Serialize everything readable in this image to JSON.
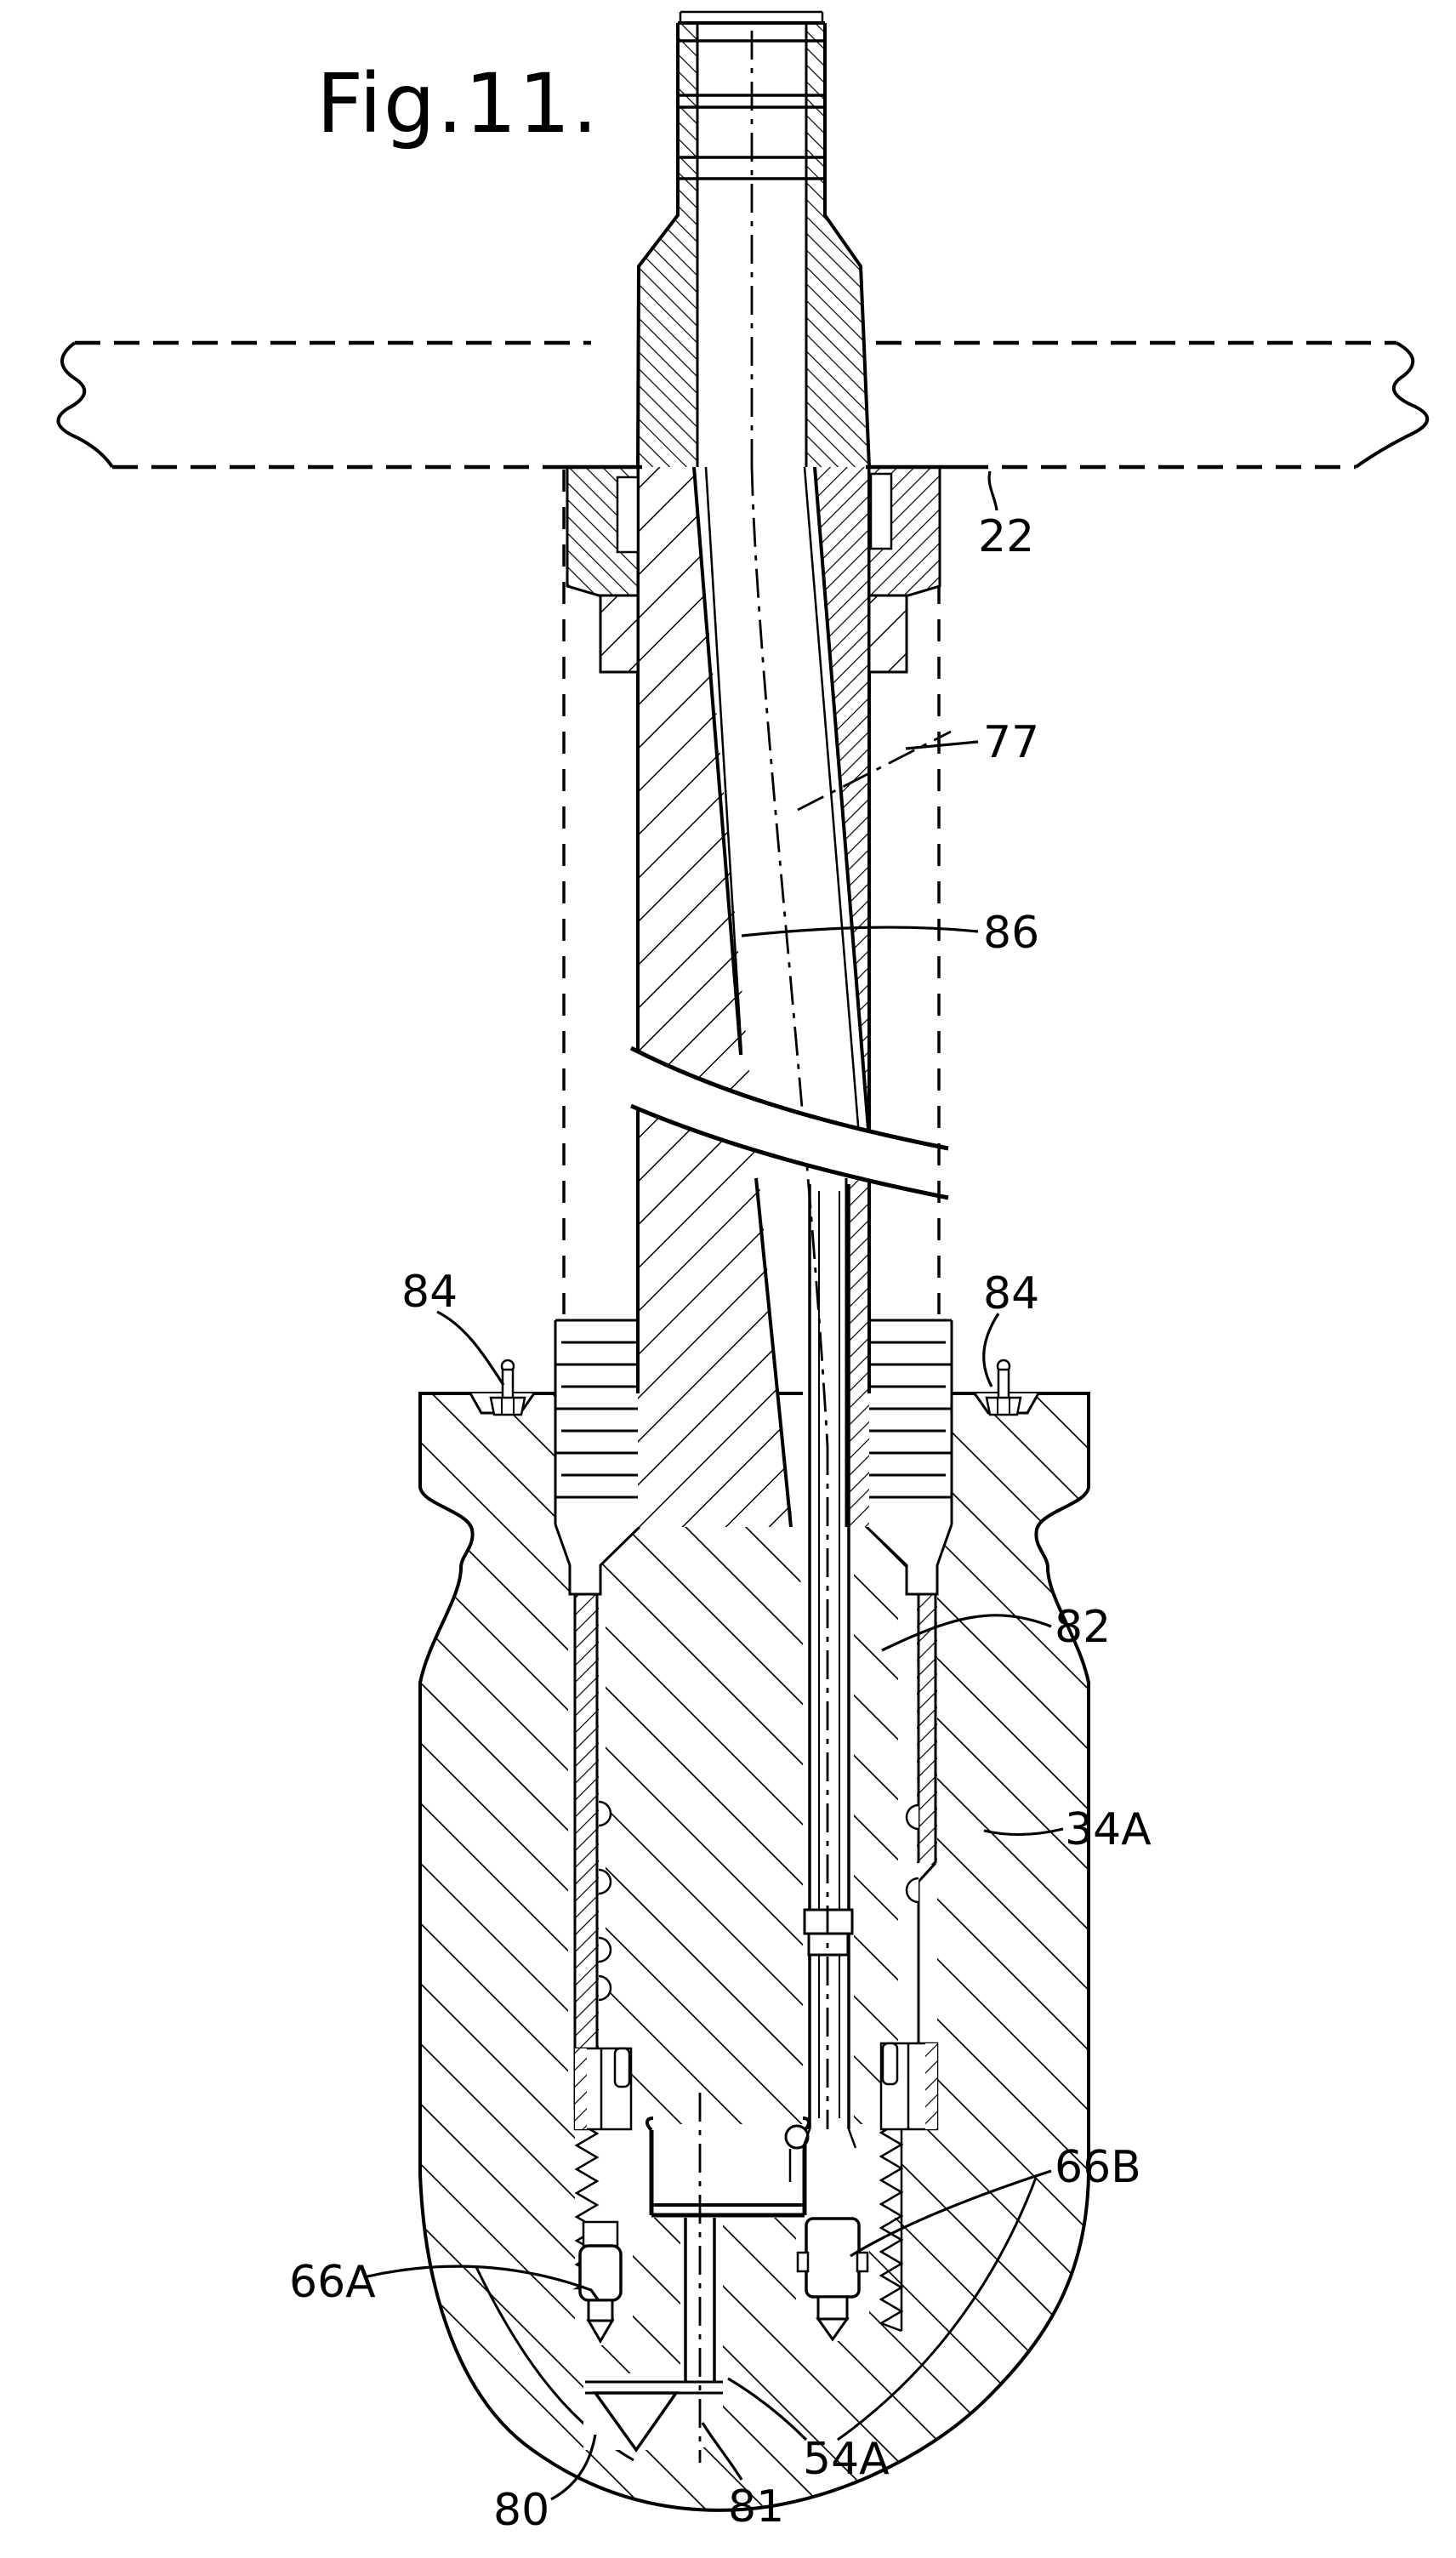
{
  "figure": {
    "caption": "Fig.11.",
    "type": "patent cross-section drawing"
  },
  "labels": {
    "r22": "22",
    "r77": "77",
    "r86": "86",
    "r84l": "84",
    "r84r": "84",
    "r82": "82",
    "r34a": "34A",
    "r66a": "66A",
    "r66b": "66B",
    "r80": "80",
    "r81": "81",
    "r54a": "54A"
  },
  "colors": {
    "ink": "#000000",
    "paper": "#ffffff"
  }
}
